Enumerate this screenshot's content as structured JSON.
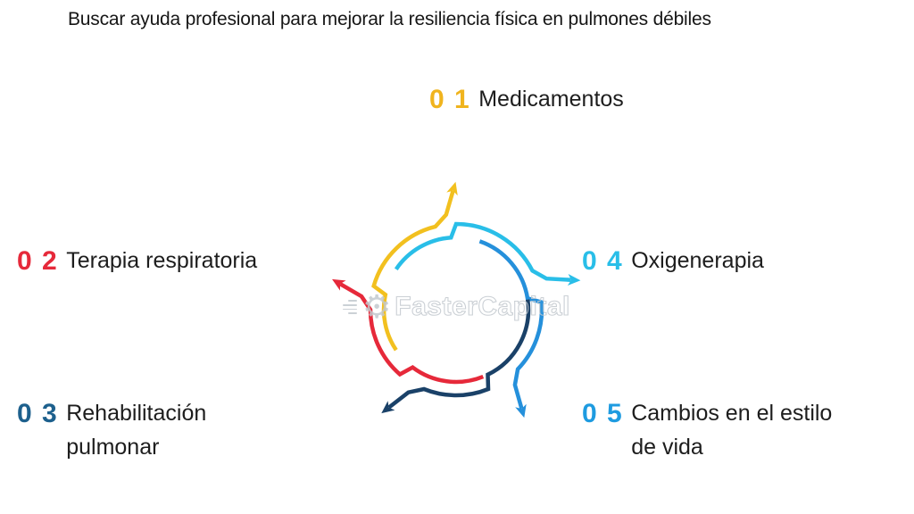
{
  "title": "Buscar ayuda profesional para mejorar la resiliencia física en pulmones débiles",
  "watermark": {
    "brand": "FasterCapital",
    "icon": "gear-icon"
  },
  "items": [
    {
      "number": "0 1",
      "label": "Medicamentos",
      "color": "#F0B41E",
      "arrow": "up",
      "position": "top-center"
    },
    {
      "number": "0 2",
      "label": "Terapia respiratoria",
      "color": "#E6293A",
      "arrow": "up-left",
      "position": "middle-left"
    },
    {
      "number": "0 3",
      "label": "Rehabilitación pulmonar",
      "color": "#1D608D",
      "arrow": "down-left",
      "position": "bottom-left"
    },
    {
      "number": "0 4",
      "label": "Oxigenerapia",
      "color": "#29BEE8",
      "arrow": "right",
      "position": "middle-right"
    },
    {
      "number": "0 5",
      "label": "Cambios en el estilo de vida",
      "color": "#1E9BE0",
      "arrow": "down-right",
      "position": "bottom-right"
    }
  ],
  "diagram": {
    "type": "circular-cycle-arrows",
    "inner_radius": 81,
    "outer_radius": 96,
    "stroke_width": 4.5,
    "segments": [
      {
        "name": "medicamentos",
        "color": "#F2C01F",
        "arrow": "up",
        "a0": 146,
        "a1": 192,
        "a2": 256
      },
      {
        "name": "oxigenerapia",
        "color": "#29BEE8",
        "arrow": "right",
        "a0": 214,
        "a1": 266,
        "a2": 333
      },
      {
        "name": "cambios-estilo-vida",
        "color": "#2590DB",
        "arrow": "down-right",
        "a0": 289,
        "a1": 351,
        "a2": 44
      },
      {
        "name": "rehabilitacion-pulmonar",
        "color": "#1A4168",
        "arrow": "down-left",
        "a0": 352,
        "a1": 64,
        "a2": 112
      },
      {
        "name": "terapia-respiratoria",
        "color": "#E6293A",
        "arrow": "up-left",
        "a0": 68,
        "a1": 127,
        "a2": 180
      }
    ]
  }
}
